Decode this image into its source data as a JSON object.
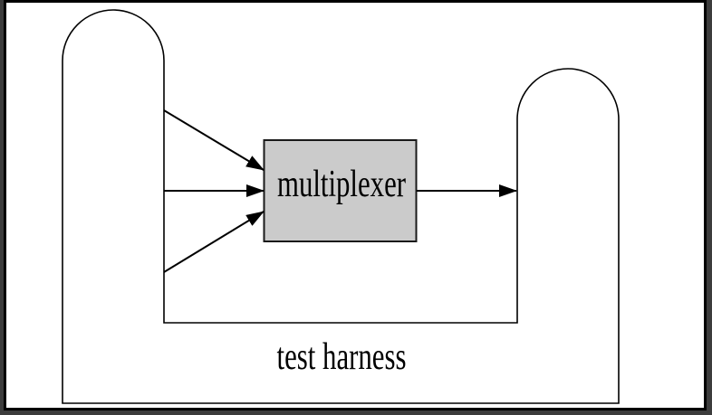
{
  "page": {
    "outer_background": "#3c3c3c",
    "sheet_fill": "#ffffff",
    "frame_stroke": "#000000"
  },
  "diagram": {
    "multiplexer": {
      "label": "multiplexer",
      "fill": "#cbcbcb",
      "border_color": "#1a1a1a",
      "text_color": "#000000"
    },
    "harness": {
      "label": "test harness",
      "line_color": "#000000",
      "text_color": "#000000"
    },
    "arrows": {
      "color": "#000000",
      "input_count": 3,
      "output_count": 1
    }
  }
}
